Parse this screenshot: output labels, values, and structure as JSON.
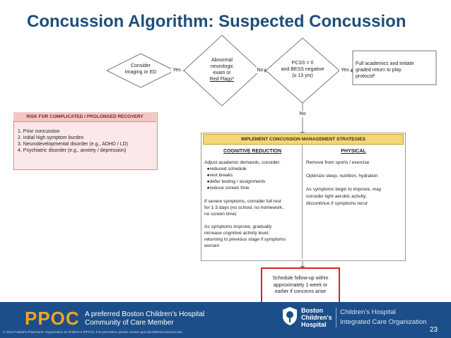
{
  "title": "Concussion Algorithm: Suspected Concussion",
  "flow": {
    "consider_box": "Consider\nImaging or ED",
    "decision_1": "Abnormal\nneurologic\nexam or",
    "decision_1_link": "Red Flags*",
    "decision_2": "PCSS = 0\nand BESS negative\n(≥ 13 yrs)",
    "outcome_box": "Full academics and initiate\ngraded return to play\nprotocol²",
    "label_yes_1": "Yes",
    "label_no_1": "No",
    "label_yes_2": "Yes",
    "label_no_2": "No"
  },
  "risk": {
    "heading": "RISK FOR COMPLICATED / PROLONGED RECOVERY",
    "items": [
      "1. Prior concussion",
      "2. Initial high symptom burden",
      "3. Neurodevelopmental disorder (e.g., ADHD / LD)",
      "4. Psychiatric disorder (e.g., anxiety / depression)"
    ]
  },
  "strategies": {
    "heading": "IMPLEMENT CONCUSSION MANAGEMENT STRATEGIES",
    "cognitive": {
      "heading": "COGNITIVE REDUCTION",
      "text": "Adjust academic demands, consider:\n  ●reduced schedule\n  ●rest breaks\n  ●defer testing / assignments\n  ●reduce screen time\n\nIf severe symptoms, consider full rest\nfor 1-3 days (no school, no homework,\nno screen time)\n\nAs symptoms improve, gradually\nincrease cognitive activity level,\nreturning to previous stage if symptoms\nworsen"
    },
    "physical": {
      "heading": "PHYSICAL",
      "text": "Remove from sports / exercise\n\nOptimize sleep, nutrition, hydration\n\nAs symptoms begin to improve, may\nconsider light aerobic activity;\ndiscontinue if symptoms recur"
    }
  },
  "followup": "Schedule follow-up within\napproximately 1-week or\nearlier if concerns arise",
  "footer": {
    "ppoc": "PPOC",
    "tagline": "A preferred Boston Children's Hospital\nCommunity of Care Member",
    "copyright": "© 2015 Pediatric Physicians' Organization at Children's (PPOC). For permission please contact ppoc@childrens.harvard.edu",
    "hospital": "Boston\nChildren's\nHospital",
    "ico": "Children's Hospital\nIntegrated Care Organization",
    "page": "23"
  },
  "colors": {
    "title": "#1f4e79",
    "footer": "#1c4f8a",
    "ppoc": "#f3a521",
    "followup_border": "#e02020",
    "strategy_header": "#f5d77a"
  }
}
